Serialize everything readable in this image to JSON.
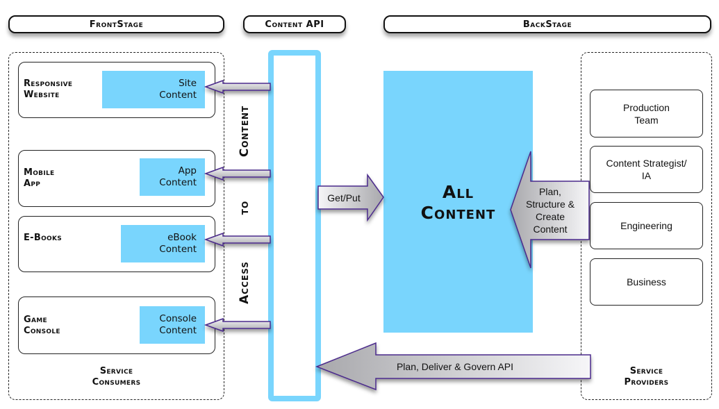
{
  "headers": {
    "frontstage": "FrontStage",
    "content_api": "Content API",
    "backstage": "BackStage"
  },
  "consumers": [
    {
      "name_line1": "Responsive",
      "name_line2": "Website",
      "content_line1": "Site",
      "content_line2": "Content"
    },
    {
      "name_line1": "Mobile",
      "name_line2": "App",
      "content_line1": "App",
      "content_line2": "Content"
    },
    {
      "name_line1": "E-Books",
      "name_line2": "",
      "content_line1": "eBook",
      "content_line2": "Content"
    },
    {
      "name_line1": "Game",
      "name_line2": "Console",
      "content_line1": "Console",
      "content_line2": "Content"
    }
  ],
  "consumers_footer": {
    "line1": "Service",
    "line2": "Consumers"
  },
  "api_vertical_words": [
    "Content",
    "to",
    "Access"
  ],
  "get_put_label": "Get/Put",
  "all_content": {
    "line1": "All",
    "line2": "Content"
  },
  "plan_structure": {
    "line1": "Plan,",
    "line2": "Structure &",
    "line3": "Create",
    "line4": "Content"
  },
  "providers": [
    {
      "line1": "Production",
      "line2": "Team"
    },
    {
      "line1": "Content Strategist/",
      "line2": "IA"
    },
    {
      "line1": "Engineering",
      "line2": ""
    },
    {
      "line1": "Business",
      "line2": ""
    }
  ],
  "providers_footer": {
    "line1": "Service",
    "line2": "Providers"
  },
  "govern_api_label": "Plan, Deliver & Govern API",
  "colors": {
    "content_blue": "#79d5fd",
    "arrow_outline": "#4b2a8c",
    "arrow_fill_light": "#f4f4f6",
    "arrow_fill_dark": "#a9a9ad"
  }
}
